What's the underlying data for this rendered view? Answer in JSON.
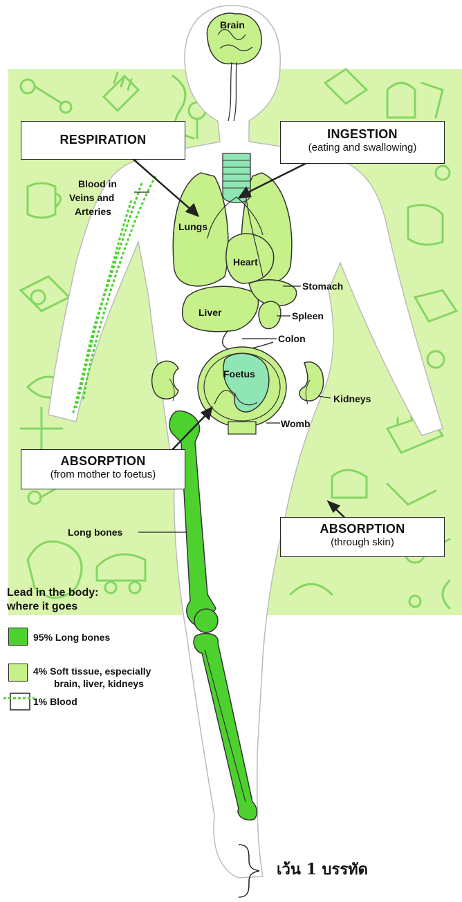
{
  "callouts": {
    "respiration": {
      "title": "RESPIRATION"
    },
    "ingestion": {
      "title": "INGESTION",
      "sub": "(eating and swallowing)"
    },
    "absorption_mother": {
      "title": "ABSORPTION",
      "sub": "(from mother to foetus)"
    },
    "absorption_skin": {
      "title": "ABSORPTION",
      "sub": "(through skin)"
    }
  },
  "labels": {
    "brain": "Brain",
    "blood_line1": "Blood in",
    "blood_line2": "Veins and",
    "blood_line3": "Arteries",
    "lungs": "Lungs",
    "heart": "Heart",
    "stomach": "Stomach",
    "liver": "Liver",
    "spleen": "Spleen",
    "colon": "Colon",
    "foetus": "Foetus",
    "kidneys": "Kidneys",
    "womb": "Womb",
    "long_bones": "Long bones"
  },
  "legend": {
    "title_line1": "Lead in the body:",
    "title_line2": "where it goes",
    "items": [
      {
        "text": "95% Long bones"
      },
      {
        "text_line1": "4% Soft tissue, especially",
        "text_line2": "brain, liver, kidneys"
      },
      {
        "text": "1% Blood"
      }
    ]
  },
  "footer_note": "เว้น 1 บรรทัด",
  "colors": {
    "background_panel": "#d9f5ad",
    "soft_tissue": "#c6f08a",
    "organ_teal": "#8fe6b4",
    "bone": "#4cd12f",
    "outline": "#333333",
    "doodle": "#7bd35a"
  }
}
